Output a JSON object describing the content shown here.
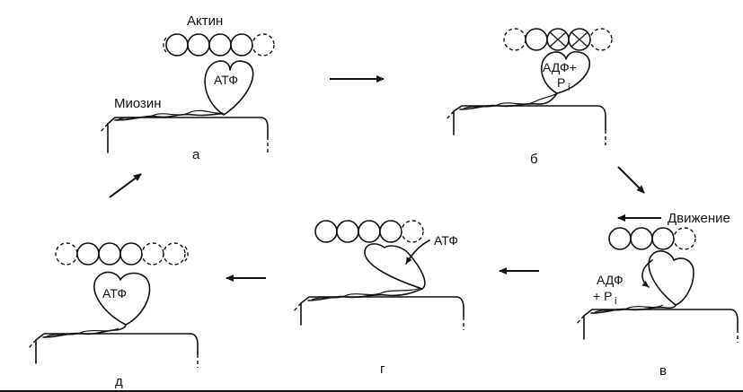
{
  "labels": {
    "actin": "Актин",
    "myosin": "Миозин",
    "atp": "АТФ",
    "adp_plus": "АДФ+",
    "p": "P",
    "i_sub": "i",
    "adp": "АДФ",
    "plus_p": "+ P",
    "movement": "Движение"
  },
  "stages": {
    "a": "а",
    "b": "б",
    "v": "в",
    "g": "г",
    "d": "д"
  },
  "colors": {
    "ink": "#111111",
    "background": "#ffffff"
  }
}
